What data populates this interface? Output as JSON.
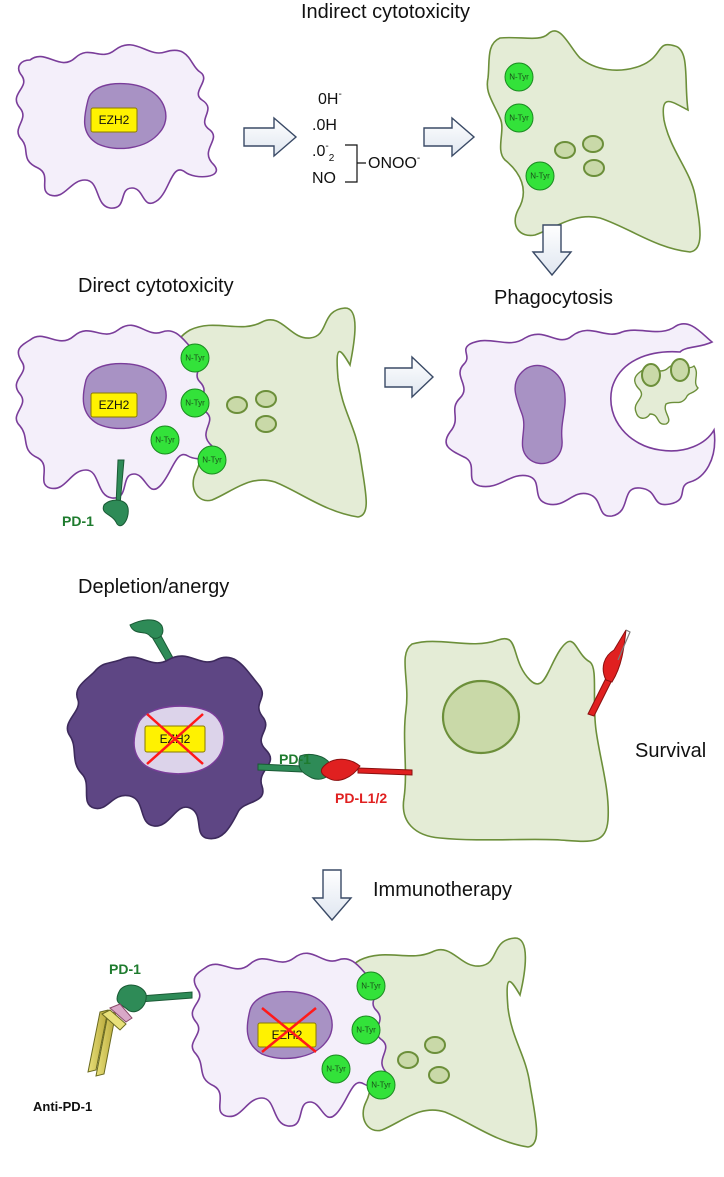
{
  "titles": {
    "indirect": "Indirect cytotoxicity",
    "direct": "Direct cytotoxicity",
    "phagocytosis": "Phagocytosis",
    "depletion": "Depletion/anergy",
    "survival": "Survival",
    "immunotherapy": "Immunotherapy"
  },
  "molecules": {
    "oh_minus": "0H",
    "oh_minus_sup": "-",
    "oh_radical": ".0H",
    "superoxide": ".0",
    "superoxide_sup": "-",
    "superoxide_sub": "2",
    "no": "NO",
    "peroxynitrite": "ONOO",
    "peroxynitrite_sup": "-"
  },
  "labels": {
    "ezh2": "EZH2",
    "ntyr": "N-Tyr",
    "pd1": "PD-1",
    "pdl": "PD-L1/2",
    "anti_pd1": "Anti-PD-1"
  },
  "colors": {
    "tcell_fill": "#f4effa",
    "tcell_stroke": "#7a3d9a",
    "nucleus_fill": "#a892c4",
    "tumor_fill": "#e4ecd6",
    "tumor_stroke": "#6c8f3a",
    "ezh2_fill": "#fff200",
    "ntyr_fill": "#33e23a",
    "pd1_color": "#2e8b57",
    "pdl_color": "#e02020",
    "anergic_fill": "#5e4684"
  }
}
